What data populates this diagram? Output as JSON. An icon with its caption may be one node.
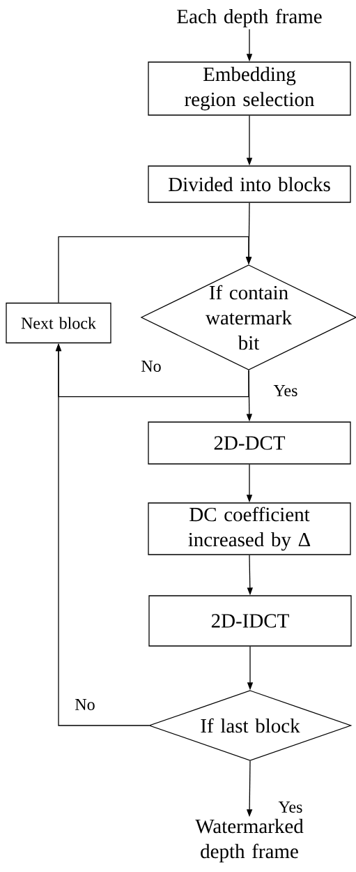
{
  "diagram": {
    "nodes": [
      {
        "text": [
          "Each depth  frame"
        ]
      },
      {
        "text": [
          "Embedding region selection"
        ]
      },
      {
        "text": [
          "Divided into blocks"
        ]
      },
      {
        "text": [
          "If contain watermark bit"
        ]
      },
      {
        "text": [
          "Next block"
        ]
      },
      {
        "text": [
          "2D-DCT"
        ]
      },
      {
        "text": [
          "DC coefficient increased by Δ"
        ]
      },
      {
        "text": [
          "2D-IDCT"
        ]
      },
      {
        "text": [
          "If  last block"
        ]
      },
      {
        "text": [
          "Watermarked depth frame"
        ]
      }
    ],
    "edges": [
      {
        "from": 0,
        "to": 1,
        "arrow": "to"
      },
      {
        "from": 1,
        "to": 2,
        "arrow": "to"
      },
      {
        "from": 2,
        "to": 3,
        "arrow": "to"
      },
      {
        "from": 4,
        "to": 3,
        "arrow": "to"
      },
      {
        "from": 3,
        "to": 4,
        "arrow": "to",
        "label": "No"
      },
      {
        "from": 3,
        "to": 5,
        "arrow": "to",
        "label": "Yes"
      },
      {
        "from": 5,
        "to": 6,
        "arrow": "to"
      },
      {
        "from": 6,
        "to": 7,
        "arrow": "to"
      },
      {
        "from": 7,
        "to": 8,
        "arrow": "to"
      },
      {
        "from": 8,
        "to": 4,
        "arrow": "to",
        "label": "No"
      },
      {
        "from": 8,
        "to": 9,
        "arrow": "to",
        "label": "Yes"
      }
    ]
  }
}
